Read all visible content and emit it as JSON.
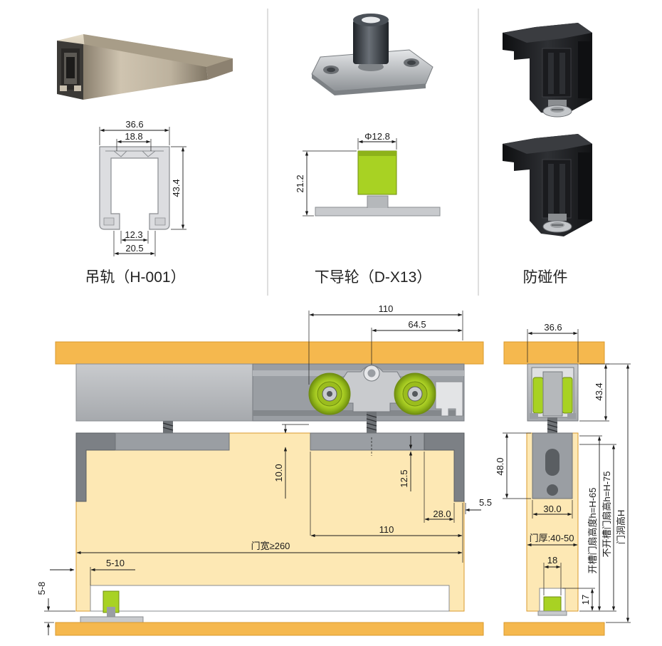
{
  "colors": {
    "wood": "#f5b84e",
    "wood_edge": "#d99a2e",
    "door": "#fde8b4",
    "green": "#a8d223",
    "gray_dark": "#777b80",
    "gray_mid": "#9a9ea3",
    "gray_light": "#c6c8cb",
    "divider": "#bbbbbb"
  },
  "products": [
    {
      "caption": "吊轨（H-001）",
      "icon": "rail-profile-icon"
    },
    {
      "caption": "下导轮（D-X13）",
      "icon": "guide-wheel-icon"
    },
    {
      "caption": "防碰件",
      "icon": "stopper-icon"
    }
  ],
  "rail_dims": {
    "outer_width": "36.6",
    "slot_width": "18.8",
    "height": "43.4",
    "inner_gap": "12.3",
    "bottom_width": "20.5"
  },
  "guide_dims": {
    "diameter": "Φ12.8",
    "height": "21.2"
  },
  "front_dims": {
    "d110_top": "110",
    "d64_5": "64.5",
    "d10_0": "10.0",
    "d12_5": "12.5",
    "d5_5": "5.5",
    "d28_0": "28.0",
    "d110_bottom": "110",
    "door_width": "门宽≥260",
    "d5_10": "5-10",
    "d5_8": "5-8"
  },
  "side_dims": {
    "d36_6": "36.6",
    "d43_4": "43.4",
    "d48_0": "48.0",
    "d30_0": "30.0",
    "thickness": "门厚:40-50",
    "d18": "18",
    "d17": "17",
    "h_grooved": "开槽门扇高度h=H-65",
    "h_nongrooved": "不开槽门扇高h=H-75",
    "h_opening": "门洞高H"
  }
}
